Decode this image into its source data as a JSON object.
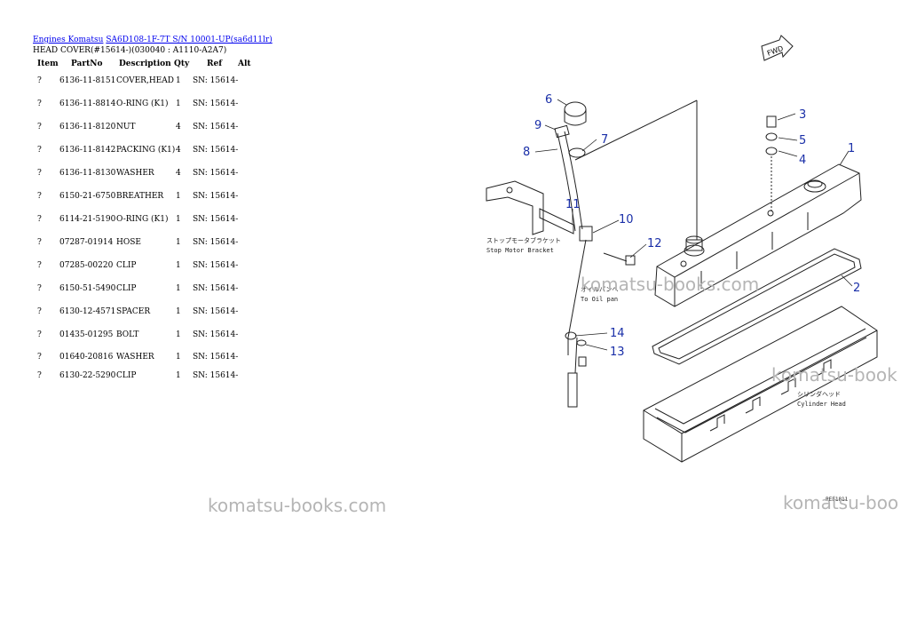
{
  "breadcrumb": {
    "link1": "Engines Komatsu",
    "link2": "SA6D108-1F-7T S/N 10001-UP(sa6d11lr)"
  },
  "subtitle": "HEAD COVER(#15614-)(030040 : A1110-A2A7)",
  "columns": [
    "Item",
    "PartNo",
    "Description",
    "Qty",
    "Ref",
    "Alt"
  ],
  "rows": [
    {
      "item": "?",
      "part": "6136-11-8151",
      "desc": "COVER,HEAD",
      "qty": "1",
      "ref": "SN: 15614-"
    },
    {
      "item": "?",
      "part": "6136-11-8814",
      "desc": "O-RING (K1)",
      "qty": "1",
      "ref": "SN: 15614-"
    },
    {
      "item": "?",
      "part": "6136-11-8120",
      "desc": "NUT",
      "qty": "4",
      "ref": "SN: 15614-"
    },
    {
      "item": "?",
      "part": "6136-11-8142",
      "desc": "PACKING (K1)",
      "qty": "4",
      "ref": "SN: 15614-"
    },
    {
      "item": "?",
      "part": "6136-11-8130",
      "desc": "WASHER",
      "qty": "4",
      "ref": "SN: 15614-"
    },
    {
      "item": "?",
      "part": "6150-21-6750",
      "desc": "BREATHER",
      "qty": "1",
      "ref": "SN: 15614-"
    },
    {
      "item": "?",
      "part": "6114-21-5190",
      "desc": "O-RING (K1)",
      "qty": "1",
      "ref": "SN: 15614-"
    },
    {
      "item": "?",
      "part": "07287-01914",
      "desc": "HOSE",
      "qty": "1",
      "ref": "SN: 15614-"
    },
    {
      "item": "?",
      "part": "07285-00220",
      "desc": "CLIP",
      "qty": "1",
      "ref": "SN: 15614-"
    },
    {
      "item": "?",
      "part": "6150-51-5490",
      "desc": "CLIP",
      "qty": "1",
      "ref": "SN: 15614-"
    },
    {
      "item": "?",
      "part": "6130-12-4571",
      "desc": "SPACER",
      "qty": "1",
      "ref": "SN: 15614-"
    },
    {
      "item": "?",
      "part": "01435-01295",
      "desc": "BOLT",
      "qty": "1",
      "ref": "SN: 15614-"
    },
    {
      "item": "?",
      "part": "01640-20816",
      "desc": "WASHER",
      "qty": "1",
      "ref": "SN: 15614-"
    },
    {
      "item": "?",
      "part": "6130-22-5290",
      "desc": "CLIP",
      "qty": "1",
      "ref": "SN: 15614-"
    }
  ],
  "diagram": {
    "callouts": [
      "1",
      "2",
      "3",
      "4",
      "5",
      "6",
      "7",
      "8",
      "9",
      "10",
      "11",
      "12",
      "13",
      "14"
    ],
    "label_stop_motor_jp": "ストップモータブラケット",
    "label_stop_motor_en": "Stop Motor Bracket",
    "label_oil_pan_jp": "オイルパンへ",
    "label_oil_pan_en": "To Oil pan",
    "label_cyl_head_jp": "シリンダヘッド",
    "label_cyl_head_en": "Cylinder Head",
    "fwd": "FWD",
    "code": "PE51811"
  },
  "watermarks": {
    "w1": "komatsu-books.com",
    "w2": "komatsu-book",
    "w3": "komatsu-books.com",
    "w4": "komatsu-boo"
  },
  "colors": {
    "link": "#0000ee",
    "callout": "#1a2fa8",
    "watermark": "#b5b5b5"
  }
}
